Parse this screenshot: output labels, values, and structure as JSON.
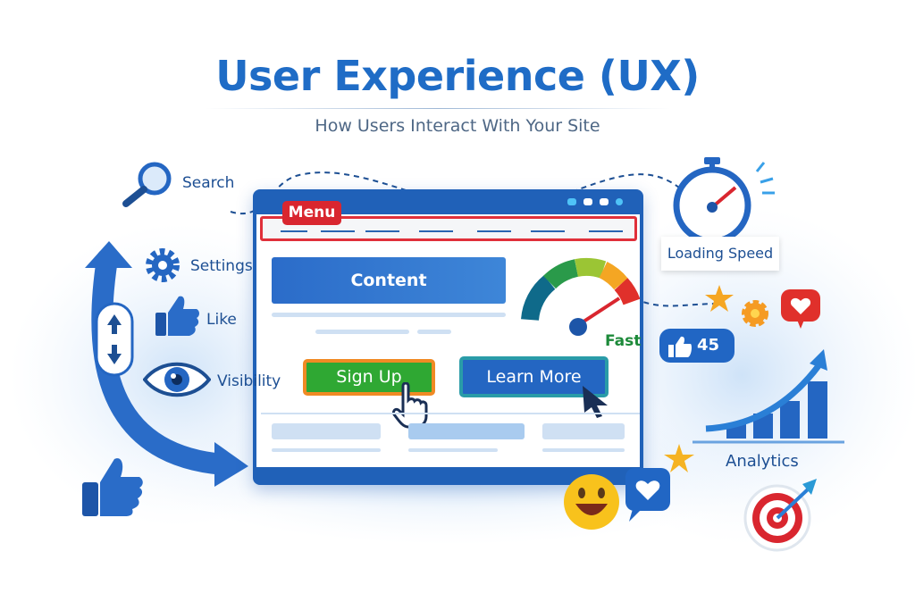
{
  "header": {
    "title": "User Experience (UX)",
    "subtitle": "How Users Interact With Your Site"
  },
  "left_labels": {
    "search": "Search",
    "settings": "Settings",
    "like": "Like",
    "visibility": "Visibility"
  },
  "browser": {
    "menu_label": "Menu",
    "content_label": "Content",
    "gauge_label": "Fast",
    "signup_label": "Sign Up",
    "learn_more_label": "Learn More"
  },
  "right_labels": {
    "loading_speed": "Loading Speed",
    "likes_count": "45",
    "analytics": "Analytics"
  },
  "colors": {
    "primary": "#1f6cc6",
    "menu_red": "#d9262f",
    "signup_green": "#2fa833",
    "signup_border": "#f08a24",
    "learn_border": "#2a9ca8",
    "fast_green": "#1d8a3a"
  },
  "icons": [
    "search-icon",
    "gear-icon",
    "thumbs-up-icon",
    "eye-icon",
    "scroll-arrows-icon",
    "curved-arrow-icon",
    "stopwatch-icon",
    "speedometer-icon",
    "hand-cursor-icon",
    "arrow-cursor-icon",
    "star-icon",
    "flower-icon",
    "heart-bubble-icon",
    "bar-chart-icon",
    "target-icon",
    "smiley-emoji-icon"
  ]
}
